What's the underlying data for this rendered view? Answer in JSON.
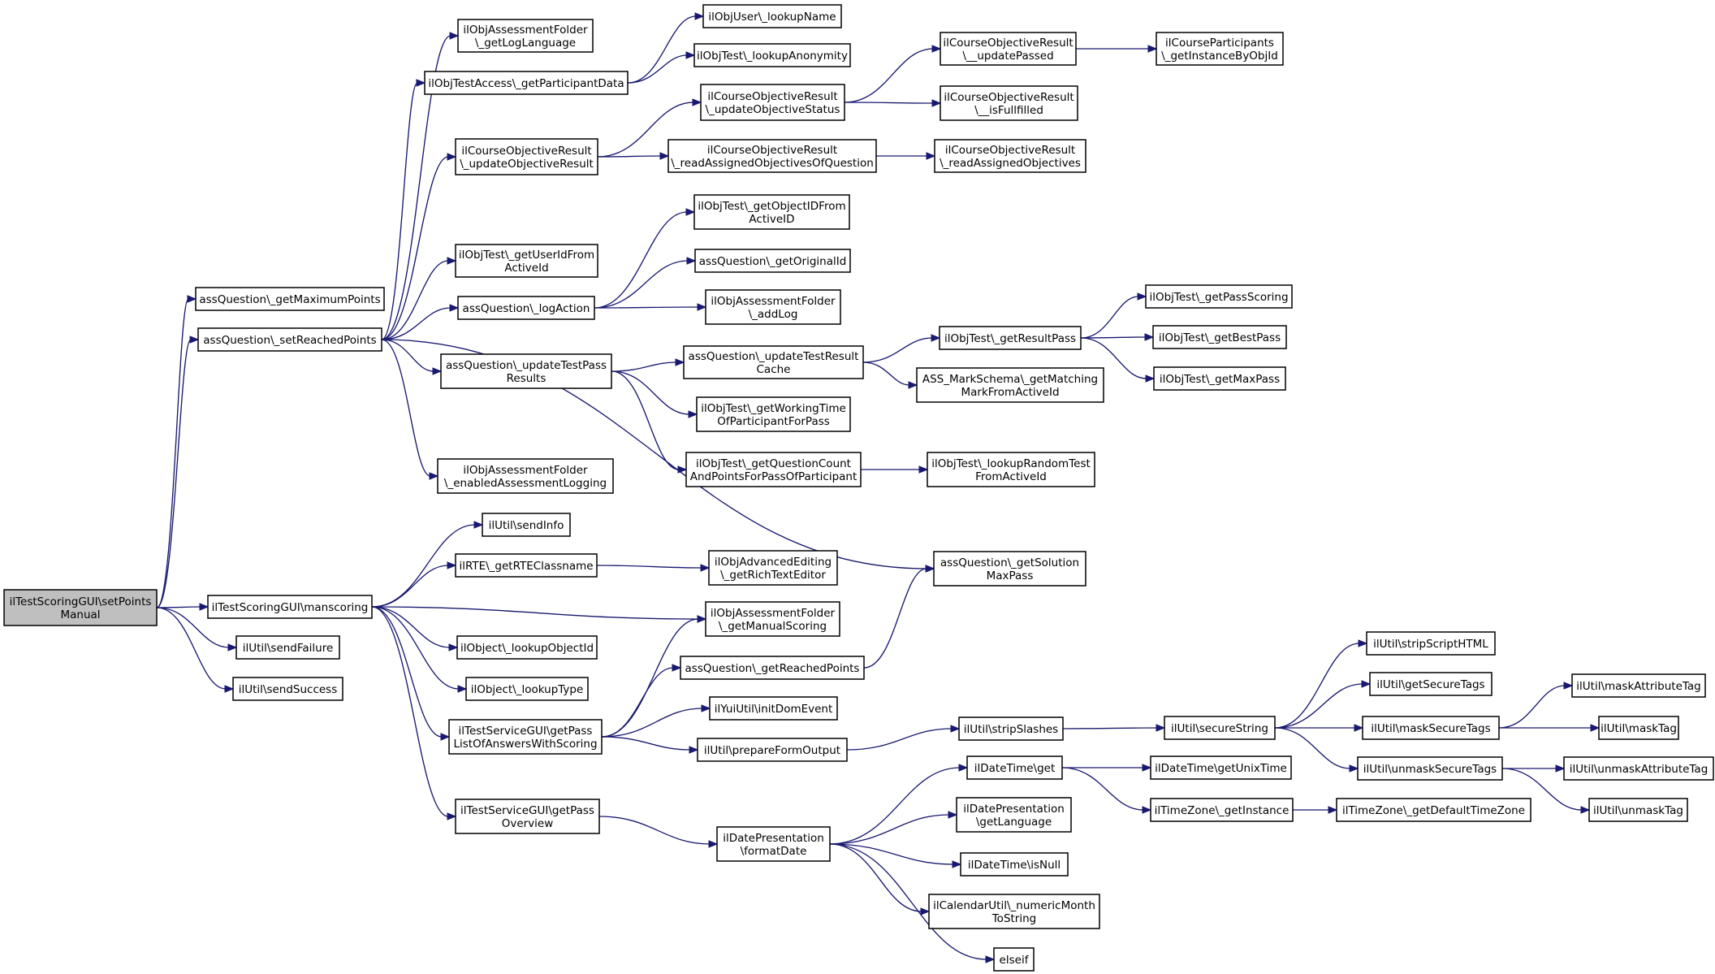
{
  "graph": {
    "colors": {
      "edge": "#191970",
      "node_fill": "#ffffff",
      "root_fill": "#bfbfbf",
      "border": "#000000"
    },
    "nodes": [
      {
        "id": "root",
        "lines": [
          "ilTestScoringGUI\\setPoints",
          "Manual"
        ],
        "root": true
      },
      {
        "id": "getMaxPoints",
        "lines": [
          "assQuestion\\_getMaximumPoints"
        ]
      },
      {
        "id": "setReached",
        "lines": [
          "assQuestion\\_setReachedPoints"
        ]
      },
      {
        "id": "manscoring",
        "lines": [
          "ilTestScoringGUI\\manscoring"
        ]
      },
      {
        "id": "sendFailure",
        "lines": [
          "ilUtil\\sendFailure"
        ]
      },
      {
        "id": "sendSuccess",
        "lines": [
          "ilUtil\\sendSuccess"
        ]
      },
      {
        "id": "getLogLanguage",
        "lines": [
          "ilObjAssessmentFolder",
          "\\_getLogLanguage"
        ]
      },
      {
        "id": "getParticipantData",
        "lines": [
          "ilObjTestAccess\\_getParticipantData"
        ]
      },
      {
        "id": "updateObjectiveResult",
        "lines": [
          "ilCourseObjectiveResult",
          "\\_updateObjectiveResult"
        ]
      },
      {
        "id": "getUserIdFromActiveId",
        "lines": [
          "ilObjTest\\_getUserIdFrom",
          "ActiveId"
        ]
      },
      {
        "id": "logAction",
        "lines": [
          "assQuestion\\_logAction"
        ]
      },
      {
        "id": "updateTestPassResults",
        "lines": [
          "assQuestion\\_updateTestPass",
          "Results"
        ]
      },
      {
        "id": "enabledLogging",
        "lines": [
          "ilObjAssessmentFolder",
          "\\_enabledAssessmentLogging"
        ]
      },
      {
        "id": "lookupName",
        "lines": [
          "ilObjUser\\_lookupName"
        ]
      },
      {
        "id": "lookupAnonymity",
        "lines": [
          "ilObjTest\\_lookupAnonymity"
        ]
      },
      {
        "id": "updateObjectiveStatus",
        "lines": [
          "ilCourseObjectiveResult",
          "\\_updateObjectiveStatus"
        ]
      },
      {
        "id": "readAssignedOfQuestion",
        "lines": [
          "ilCourseObjectiveResult",
          "\\_readAssignedObjectivesOfQuestion"
        ]
      },
      {
        "id": "updatePassed",
        "lines": [
          "ilCourseObjectiveResult",
          "\\__updatePassed"
        ]
      },
      {
        "id": "isFullfilled",
        "lines": [
          "ilCourseObjectiveResult",
          "\\__isFullfilled"
        ]
      },
      {
        "id": "readAssigned",
        "lines": [
          "ilCourseObjectiveResult",
          "\\_readAssignedObjectives"
        ]
      },
      {
        "id": "getInstanceByObjId",
        "lines": [
          "ilCourseParticipants",
          "\\_getInstanceByObjId"
        ]
      },
      {
        "id": "getObjectIDFromActiveID",
        "lines": [
          "ilObjTest\\_getObjectIDFrom",
          "ActiveID"
        ]
      },
      {
        "id": "getOriginalId",
        "lines": [
          "assQuestion\\_getOriginalId"
        ]
      },
      {
        "id": "addLog",
        "lines": [
          "ilObjAssessmentFolder",
          "\\_addLog"
        ]
      },
      {
        "id": "updateTestResultCache",
        "lines": [
          "assQuestion\\_updateTestResult",
          "Cache"
        ]
      },
      {
        "id": "getWorkingTime",
        "lines": [
          "ilObjTest\\_getWorkingTime",
          "OfParticipantForPass"
        ]
      },
      {
        "id": "getQuestionCount",
        "lines": [
          "ilObjTest\\_getQuestionCount",
          "AndPointsForPassOfParticipant"
        ]
      },
      {
        "id": "getResultPass",
        "lines": [
          "ilObjTest\\_getResultPass"
        ]
      },
      {
        "id": "getMatchingMark",
        "lines": [
          "ASS_MarkSchema\\_getMatching",
          "MarkFromActiveId"
        ]
      },
      {
        "id": "lookupRandomTest",
        "lines": [
          "ilObjTest\\_lookupRandomTest",
          "FromActiveId"
        ]
      },
      {
        "id": "getPassScoring",
        "lines": [
          "ilObjTest\\_getPassScoring"
        ]
      },
      {
        "id": "getBestPass",
        "lines": [
          "ilObjTest\\_getBestPass"
        ]
      },
      {
        "id": "getMaxPass",
        "lines": [
          "ilObjTest\\_getMaxPass"
        ]
      },
      {
        "id": "getSolutionMaxPass",
        "lines": [
          "assQuestion\\_getSolution",
          "MaxPass"
        ]
      },
      {
        "id": "sendInfo",
        "lines": [
          "ilUtil\\sendInfo"
        ]
      },
      {
        "id": "getRTEClassname",
        "lines": [
          "ilRTE\\_getRTEClassname"
        ]
      },
      {
        "id": "getRichTextEditor",
        "lines": [
          "ilObjAdvancedEditing",
          "\\_getRichTextEditor"
        ]
      },
      {
        "id": "getManualScoring",
        "lines": [
          "ilObjAssessmentFolder",
          "\\_getManualScoring"
        ]
      },
      {
        "id": "lookupObjectId",
        "lines": [
          "ilObject\\_lookupObjectId"
        ]
      },
      {
        "id": "lookupType",
        "lines": [
          "ilObject\\_lookupType"
        ]
      },
      {
        "id": "getPassList",
        "lines": [
          "ilTestServiceGUI\\getPass",
          "ListOfAnswersWithScoring"
        ]
      },
      {
        "id": "getPassOverview",
        "lines": [
          "ilTestServiceGUI\\getPass",
          "Overview"
        ]
      },
      {
        "id": "getReachedPoints",
        "lines": [
          "assQuestion\\_getReachedPoints"
        ]
      },
      {
        "id": "initDomEvent",
        "lines": [
          "ilYuiUtil\\initDomEvent"
        ]
      },
      {
        "id": "prepareFormOutput",
        "lines": [
          "ilUtil\\prepareFormOutput"
        ]
      },
      {
        "id": "stripSlashes",
        "lines": [
          "ilUtil\\stripSlashes"
        ]
      },
      {
        "id": "secureString",
        "lines": [
          "ilUtil\\secureString"
        ]
      },
      {
        "id": "stripScriptHTML",
        "lines": [
          "ilUtil\\stripScriptHTML"
        ]
      },
      {
        "id": "getSecureTags",
        "lines": [
          "ilUtil\\getSecureTags"
        ]
      },
      {
        "id": "maskSecureTags",
        "lines": [
          "ilUtil\\maskSecureTags"
        ]
      },
      {
        "id": "unmaskSecureTags",
        "lines": [
          "ilUtil\\unmaskSecureTags"
        ]
      },
      {
        "id": "maskAttributeTag",
        "lines": [
          "ilUtil\\maskAttributeTag"
        ]
      },
      {
        "id": "maskTag",
        "lines": [
          "ilUtil\\maskTag"
        ]
      },
      {
        "id": "unmaskAttributeTag",
        "lines": [
          "ilUtil\\unmaskAttributeTag"
        ]
      },
      {
        "id": "unmaskTag",
        "lines": [
          "ilUtil\\unmaskTag"
        ]
      },
      {
        "id": "formatDate",
        "lines": [
          "ilDatePresentation",
          "\\formatDate"
        ]
      },
      {
        "id": "dtGet",
        "lines": [
          "ilDateTime\\get"
        ]
      },
      {
        "id": "getLanguage",
        "lines": [
          "ilDatePresentation",
          "\\getLanguage"
        ]
      },
      {
        "id": "isNull",
        "lines": [
          "ilDateTime\\isNull"
        ]
      },
      {
        "id": "numericMonth",
        "lines": [
          "ilCalendarUtil\\_numericMonth",
          "ToString"
        ]
      },
      {
        "id": "elseif",
        "lines": [
          "elseif"
        ]
      },
      {
        "id": "getUnixTime",
        "lines": [
          "ilDateTime\\getUnixTime"
        ]
      },
      {
        "id": "tzGetInstance",
        "lines": [
          "ilTimeZone\\_getInstance"
        ]
      },
      {
        "id": "getDefaultTimeZone",
        "lines": [
          "ilTimeZone\\_getDefaultTimeZone"
        ]
      }
    ],
    "edges": [
      [
        "root",
        "getMaxPoints"
      ],
      [
        "root",
        "setReached"
      ],
      [
        "root",
        "manscoring"
      ],
      [
        "root",
        "sendFailure"
      ],
      [
        "root",
        "sendSuccess"
      ],
      [
        "setReached",
        "getLogLanguage"
      ],
      [
        "setReached",
        "getParticipantData"
      ],
      [
        "setReached",
        "updateObjectiveResult"
      ],
      [
        "setReached",
        "getUserIdFromActiveId"
      ],
      [
        "setReached",
        "logAction"
      ],
      [
        "setReached",
        "updateTestPassResults"
      ],
      [
        "setReached",
        "enabledLogging"
      ],
      [
        "setReached",
        "getSolutionMaxPass"
      ],
      [
        "getParticipantData",
        "lookupName"
      ],
      [
        "getParticipantData",
        "lookupAnonymity"
      ],
      [
        "updateObjectiveResult",
        "updateObjectiveStatus"
      ],
      [
        "updateObjectiveResult",
        "readAssignedOfQuestion"
      ],
      [
        "updateObjectiveStatus",
        "updatePassed"
      ],
      [
        "updateObjectiveStatus",
        "isFullfilled"
      ],
      [
        "updatePassed",
        "getInstanceByObjId"
      ],
      [
        "readAssignedOfQuestion",
        "readAssigned"
      ],
      [
        "logAction",
        "getObjectIDFromActiveID"
      ],
      [
        "logAction",
        "getOriginalId"
      ],
      [
        "logAction",
        "addLog"
      ],
      [
        "updateTestPassResults",
        "updateTestResultCache"
      ],
      [
        "updateTestPassResults",
        "getWorkingTime"
      ],
      [
        "updateTestPassResults",
        "getQuestionCount"
      ],
      [
        "updateTestResultCache",
        "getResultPass"
      ],
      [
        "updateTestResultCache",
        "getMatchingMark"
      ],
      [
        "getResultPass",
        "getPassScoring"
      ],
      [
        "getResultPass",
        "getBestPass"
      ],
      [
        "getResultPass",
        "getMaxPass"
      ],
      [
        "getQuestionCount",
        "lookupRandomTest"
      ],
      [
        "manscoring",
        "sendInfo"
      ],
      [
        "manscoring",
        "getRTEClassname"
      ],
      [
        "manscoring",
        "getManualScoring"
      ],
      [
        "manscoring",
        "lookupObjectId"
      ],
      [
        "manscoring",
        "lookupType"
      ],
      [
        "manscoring",
        "getPassList"
      ],
      [
        "manscoring",
        "getPassOverview"
      ],
      [
        "getRTEClassname",
        "getRichTextEditor"
      ],
      [
        "getPassList",
        "getManualScoring"
      ],
      [
        "getPassList",
        "getReachedPoints"
      ],
      [
        "getPassList",
        "initDomEvent"
      ],
      [
        "getPassList",
        "prepareFormOutput"
      ],
      [
        "getReachedPoints",
        "getSolutionMaxPass"
      ],
      [
        "prepareFormOutput",
        "stripSlashes"
      ],
      [
        "stripSlashes",
        "secureString"
      ],
      [
        "secureString",
        "stripScriptHTML"
      ],
      [
        "secureString",
        "getSecureTags"
      ],
      [
        "secureString",
        "maskSecureTags"
      ],
      [
        "secureString",
        "unmaskSecureTags"
      ],
      [
        "maskSecureTags",
        "maskAttributeTag"
      ],
      [
        "maskSecureTags",
        "maskTag"
      ],
      [
        "unmaskSecureTags",
        "unmaskAttributeTag"
      ],
      [
        "unmaskSecureTags",
        "unmaskTag"
      ],
      [
        "getPassOverview",
        "formatDate"
      ],
      [
        "formatDate",
        "dtGet"
      ],
      [
        "formatDate",
        "getLanguage"
      ],
      [
        "formatDate",
        "isNull"
      ],
      [
        "formatDate",
        "numericMonth"
      ],
      [
        "formatDate",
        "elseif"
      ],
      [
        "dtGet",
        "getUnixTime"
      ],
      [
        "dtGet",
        "tzGetInstance"
      ],
      [
        "tzGetInstance",
        "getDefaultTimeZone"
      ]
    ]
  }
}
